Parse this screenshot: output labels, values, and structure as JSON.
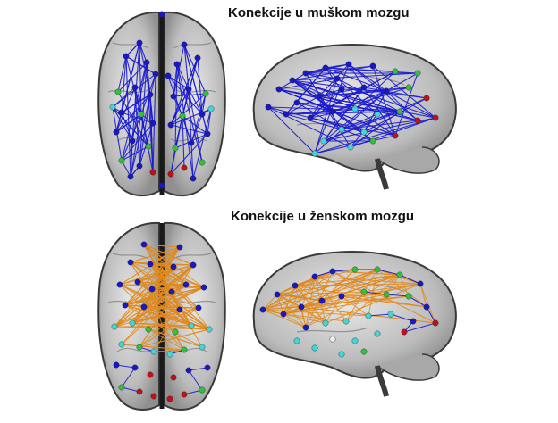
{
  "titles": {
    "male": "Konekcije u muškom mozgu",
    "female": "Konekcije u ženskom mozgu"
  },
  "colors": {
    "male_connections": "#1a1ad0",
    "female_connections": "#e08a1e",
    "female_minor_connections": "#1a1ad0",
    "node_blue": "#1818c8",
    "node_green": "#2ec43a",
    "node_cyan": "#3fd8d8",
    "node_red": "#c01018",
    "node_white": "#f0f0f0",
    "brain_fill": "#bcbcbc",
    "brain_outline": "#3a3a3a"
  },
  "panels": [
    {
      "id": "male-top-view",
      "connection_color": "male_connections"
    },
    {
      "id": "male-side-view",
      "connection_color": "male_connections"
    },
    {
      "id": "female-top-view",
      "connection_color": "female_connections"
    },
    {
      "id": "female-side-view",
      "connection_color": "female_connections"
    }
  ]
}
